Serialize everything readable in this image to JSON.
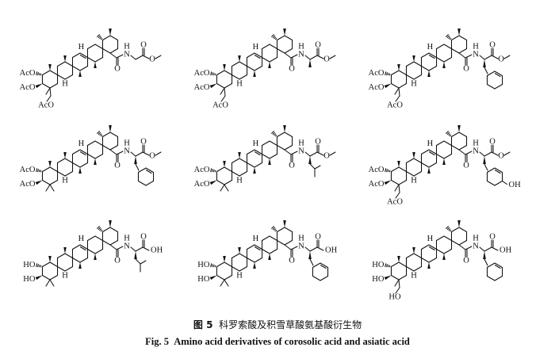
{
  "figure": {
    "caption_cn_label": "图 5",
    "caption_cn_text": "科罗索酸及积雪草酸氨基酸衍生物",
    "caption_en_label": "Fig. 5",
    "caption_en_text": "Amino acid derivatives of corosolic acid and asiatic acid"
  },
  "atoms": {
    "acetoxy": "AcO",
    "hydroxy": "HO",
    "hydroxyl_right": "OH",
    "amide_n": "N",
    "hydrogen": "H",
    "oxygen": "O"
  },
  "compounds": [
    {
      "row": 1,
      "col": 1,
      "a_ring": "AcO",
      "c23": "acetoxy",
      "amino_acid": "glycine",
      "ester": "methyl ester"
    },
    {
      "row": 1,
      "col": 2,
      "a_ring": "AcO",
      "c23": "acetoxy",
      "amino_acid": "alanine",
      "ester": "methyl ester"
    },
    {
      "row": 1,
      "col": 3,
      "a_ring": "AcO",
      "c23": "acetoxy",
      "amino_acid": "phenylalanine",
      "ester": "methyl ester"
    },
    {
      "row": 2,
      "col": 1,
      "a_ring": "AcO",
      "c23": "methyl",
      "amino_acid": "phenylalanine",
      "ester": "methyl ester"
    },
    {
      "row": 2,
      "col": 2,
      "a_ring": "AcO",
      "c23": "methyl",
      "amino_acid": "leucine",
      "ester": "methyl ester"
    },
    {
      "row": 2,
      "col": 3,
      "a_ring": "AcO",
      "c23": "acetoxy",
      "amino_acid": "tyrosine",
      "ester": "methyl ester"
    },
    {
      "row": 3,
      "col": 1,
      "a_ring": "HO",
      "c23": "methyl",
      "amino_acid": "leucine",
      "ester": "acid"
    },
    {
      "row": 3,
      "col": 2,
      "a_ring": "HO",
      "c23": "methyl",
      "amino_acid": "phenylalanine",
      "ester": "acid"
    },
    {
      "row": 3,
      "col": 3,
      "a_ring": "HO",
      "c23": "hydroxymethyl",
      "amino_acid": "phenylalanine",
      "ester": "acid"
    }
  ]
}
